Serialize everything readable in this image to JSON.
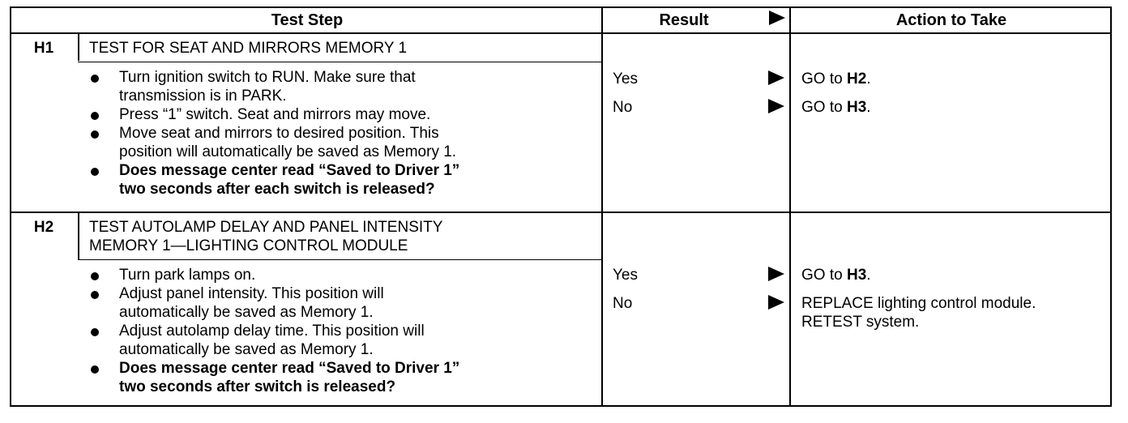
{
  "header": {
    "test_step": "Test Step",
    "result": "Result",
    "action": "Action to Take"
  },
  "steps": [
    {
      "id": "H1",
      "title": "TEST FOR SEAT AND MIRRORS MEMORY 1",
      "bullets": [
        {
          "lines": [
            "Turn ignition switch to RUN. Make sure that",
            "transmission is in PARK."
          ],
          "bold": false
        },
        {
          "lines": [
            "Press “1” switch. Seat and mirrors may move."
          ],
          "bold": false
        },
        {
          "lines": [
            "Move seat and mirrors to desired position. This",
            "position will automatically be saved as Memory 1."
          ],
          "bold": false
        },
        {
          "lines": [
            "Does message center read “Saved to Driver 1”",
            "two seconds after each switch is released?"
          ],
          "bold": true
        }
      ],
      "results": [
        {
          "label": "Yes",
          "action_prefix": "GO to ",
          "action_bold": "H2",
          "action_suffix": "."
        },
        {
          "label": "No",
          "action_prefix": "GO to ",
          "action_bold": "H3",
          "action_suffix": "."
        }
      ]
    },
    {
      "id": "H2",
      "title_lines": [
        "TEST AUTOLAMP DELAY AND PANEL INTENSITY",
        "MEMORY 1—LIGHTING CONTROL MODULE"
      ],
      "bullets": [
        {
          "lines": [
            "Turn park lamps on."
          ],
          "bold": false
        },
        {
          "lines": [
            "Adjust panel intensity. This position will",
            "automatically be saved as Memory 1."
          ],
          "bold": false
        },
        {
          "lines": [
            "Adjust autolamp delay time. This position will",
            "automatically be saved as Memory 1."
          ],
          "bold": false
        },
        {
          "lines": [
            "Does message center read “Saved to Driver 1”",
            "two seconds after switch is released?"
          ],
          "bold": true
        }
      ],
      "results": [
        {
          "label": "Yes",
          "action_prefix": "GO to ",
          "action_bold": "H3",
          "action_suffix": "."
        },
        {
          "label": "No",
          "action_lines": [
            "REPLACE lighting control module.",
            "RETEST system."
          ]
        }
      ]
    }
  ]
}
